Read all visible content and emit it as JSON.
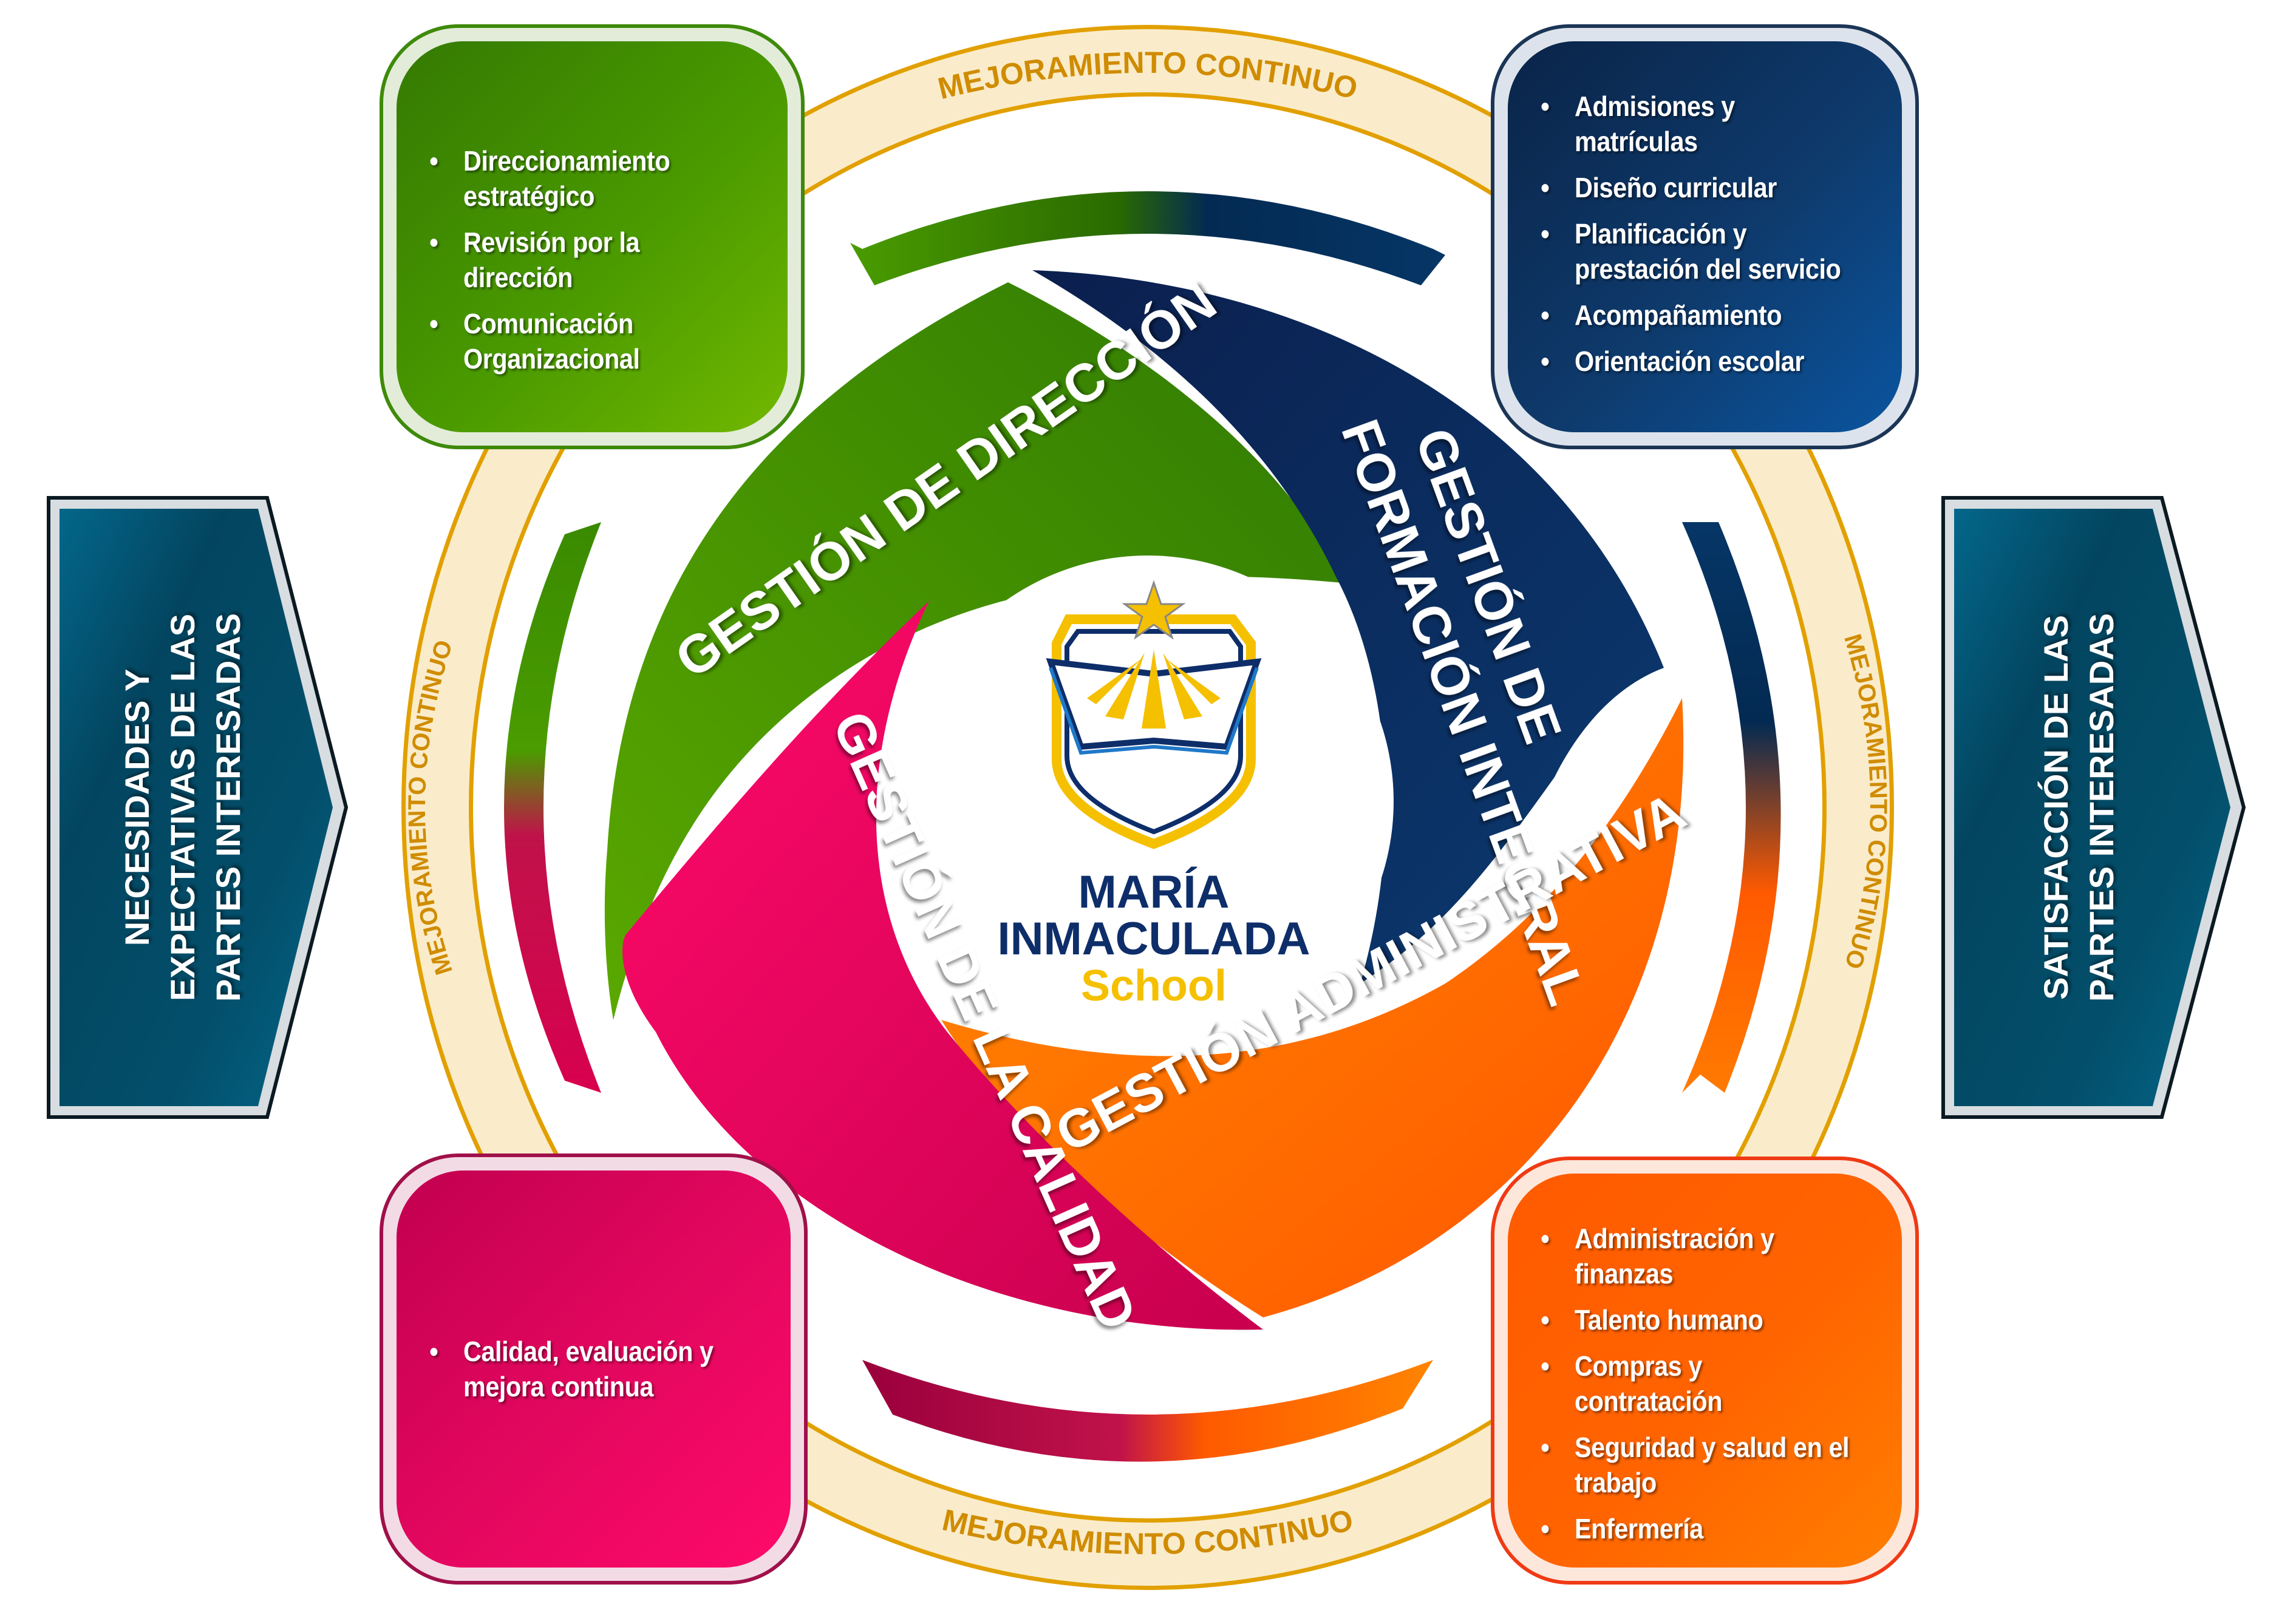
{
  "diagram": {
    "title": "Mapa de procesos - María Inmaculada School",
    "colors": {
      "direccion": "#3e8a0a",
      "formacion": "#0e2a58",
      "administrativa": "#ff6a00",
      "calidad": "#e0065c",
      "ring": "#faeccb",
      "ring_border": "#e2a000",
      "ring_text": "#d08c00",
      "arrow_box": "#034a63"
    },
    "input_arrow": {
      "lines": [
        "NECESIDADES Y",
        "EXPECTATIVAS DE LAS",
        "PARTES INTERESADAS"
      ]
    },
    "output_arrow": {
      "lines": [
        "SATISFACCIÓN DE LAS",
        "PARTES INTERESADAS"
      ]
    },
    "ring_labels": {
      "top": "MEJORAMIENTO CONTINUO",
      "right": "MEJORAMIENTO CONTINUO",
      "bottom": "MEJORAMIENTO CONTINUO",
      "left": "MEJORAMIENTO CONTINUO"
    },
    "processes": {
      "direccion": {
        "title": "GESTIÓN DE DIRECCIÓN",
        "items": [
          "Direccionamiento estratégico",
          "Revisión por la dirección",
          "Comunicación Organizacional"
        ]
      },
      "formacion": {
        "title_lines": [
          "GESTIÓN DE",
          "FORMACIÓN INTEGRAL"
        ],
        "items": [
          "Admisiones y matrículas",
          "Diseño curricular",
          "Planificación y prestación del servicio",
          "Acompañamiento",
          "Orientación escolar"
        ]
      },
      "administrativa": {
        "title": "GESTIÓN ADMINISTRATIVA",
        "items": [
          "Administración y finanzas",
          "Talento humano",
          "Compras y contratación",
          "Seguridad y salud en el trabajo",
          "Enfermería"
        ]
      },
      "calidad": {
        "title": "GESTIÓN DE LA CALIDAD",
        "items": [
          "Calidad, evaluación y mejora continua"
        ]
      }
    },
    "logo": {
      "line1": "MARÍA",
      "line2": "INMACULADA",
      "line3": "School",
      "icon": "shield-book-star-icon"
    },
    "bullet": "•"
  }
}
